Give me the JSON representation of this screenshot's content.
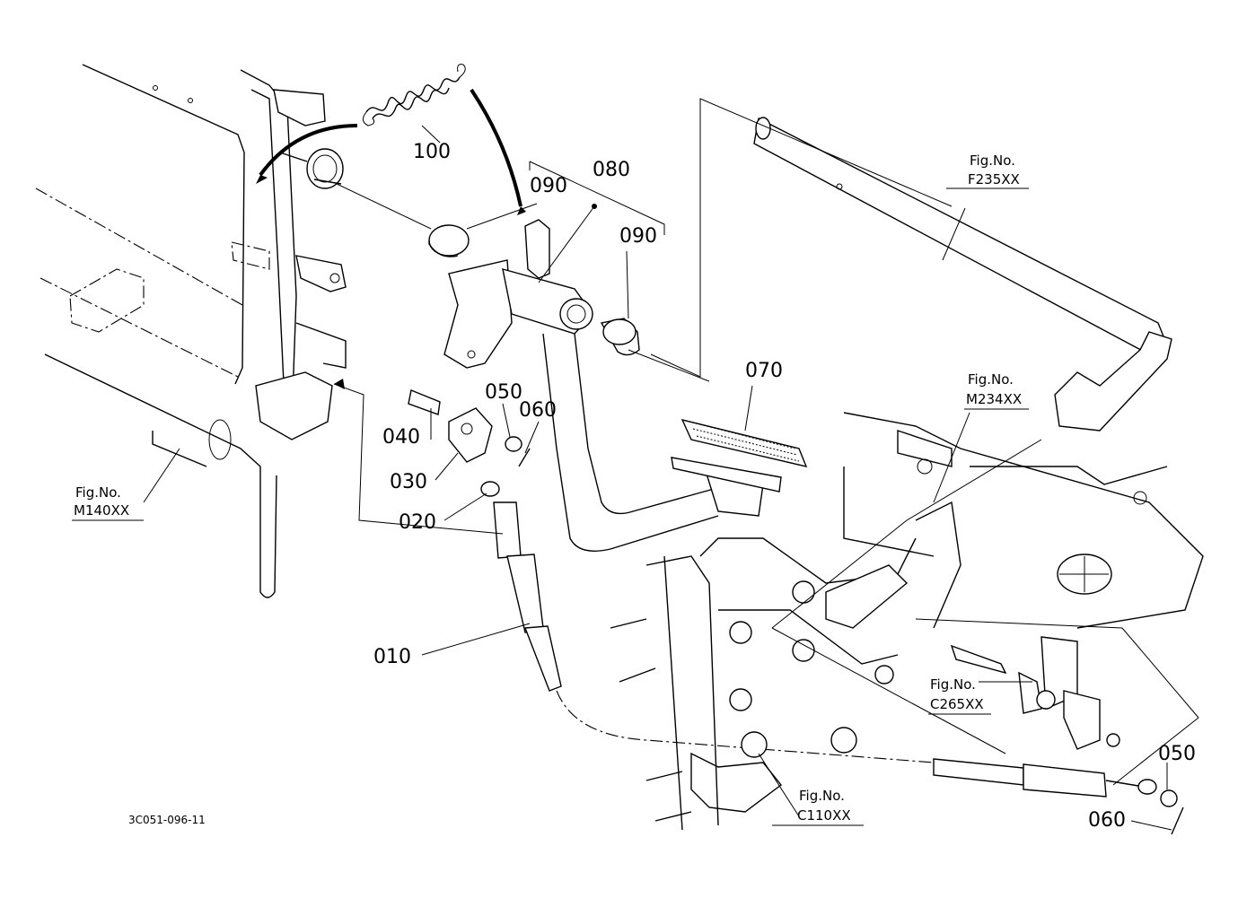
{
  "parts": [
    {
      "id": "p100",
      "label": "100"
    },
    {
      "id": "p080",
      "label": "080"
    },
    {
      "id": "p090a",
      "label": "090"
    },
    {
      "id": "p090b",
      "label": "090"
    },
    {
      "id": "p070",
      "label": "070"
    },
    {
      "id": "p050a",
      "label": "050"
    },
    {
      "id": "p060a",
      "label": "060"
    },
    {
      "id": "p040",
      "label": "040"
    },
    {
      "id": "p030",
      "label": "030"
    },
    {
      "id": "p020",
      "label": "020"
    },
    {
      "id": "p010",
      "label": "010"
    },
    {
      "id": "p050b",
      "label": "050"
    },
    {
      "id": "p060b",
      "label": "060"
    }
  ],
  "figure_refs": [
    {
      "id": "f235",
      "caption": "Fig.No.",
      "ref": "F235XX"
    },
    {
      "id": "m234",
      "caption": "Fig.No.",
      "ref": "M234XX"
    },
    {
      "id": "m140",
      "caption": "Fig.No.",
      "ref": "M140XX"
    },
    {
      "id": "c265",
      "caption": "Fig.No.",
      "ref": "C265XX"
    },
    {
      "id": "c110",
      "caption": "Fig.No.",
      "ref": "C110XX"
    }
  ],
  "drawing_code": "3C051-096-11"
}
